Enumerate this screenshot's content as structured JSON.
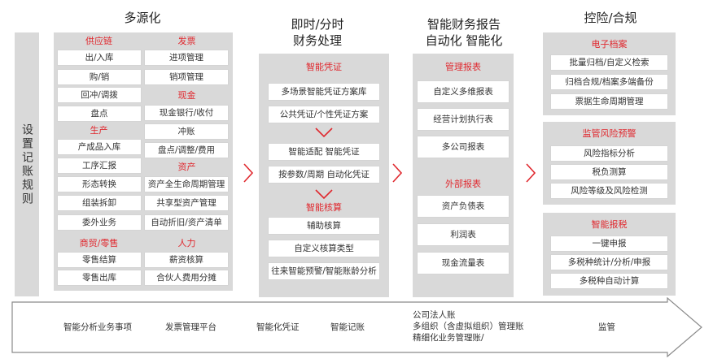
{
  "titles": {
    "col1": "多源化",
    "col2_line1": "即时/分时",
    "col2_line2": "财务处理",
    "col3_line1": "智能财务报告",
    "col3_line2": "自动化 智能化",
    "col4": "控险/合规"
  },
  "side_label": "设置记账规则",
  "col1": {
    "left": {
      "supply": {
        "label": "供应链",
        "items": [
          "出/入库",
          "购/销",
          "回冲/调拨",
          "盘点"
        ]
      },
      "production": {
        "label": "生产",
        "items": [
          "产成品入库",
          "工序汇报",
          "形态转换",
          "组装拆卸",
          "委外业务"
        ]
      },
      "trade": {
        "label": "商贸/零售",
        "items": [
          "零售结算",
          "零售出库"
        ]
      }
    },
    "right": {
      "invoice": {
        "label": "发票",
        "items": [
          "进项管理",
          "销项管理"
        ]
      },
      "cash": {
        "label": "现金",
        "items": [
          "现金银行/收付",
          "冲账",
          "盘点/调整/费用"
        ]
      },
      "asset": {
        "label": "资产",
        "items": [
          "资产全生命周期管理",
          "共享型资产管理",
          "自动折旧/资产清单"
        ]
      },
      "hr": {
        "label": "人力",
        "items": [
          "薪资核算",
          "合伙人费用分摊"
        ]
      }
    }
  },
  "col2": {
    "voucher": {
      "label": "智能凭证",
      "items": [
        "多场景智能凭证方案库",
        "公共凭证/个性凭证方案",
        "智能适配  智能凭证",
        "按参数/周期 自动化凭证"
      ]
    },
    "accounting": {
      "label": "智能核算",
      "items": [
        "辅助核算",
        "自定义核算类型",
        "往来智能预警/智能账龄分析"
      ]
    }
  },
  "col3": {
    "mgmt": {
      "label": "管理报表",
      "items": [
        "自定义多维报表",
        "经营计划执行表",
        "多公司报表"
      ]
    },
    "external": {
      "label": "外部报表",
      "items": [
        "资产负债表",
        "利润表",
        "现金流量表"
      ]
    }
  },
  "col4": {
    "archive": {
      "label": "电子档案",
      "items": [
        "批量归档/自定义检索",
        "归档合规/档案多端备份",
        "票据生命周期管理"
      ]
    },
    "risk": {
      "label": "监管风险预警",
      "items": [
        "风险指标分析",
        "税负测算",
        "风险等级及风险检测"
      ]
    },
    "tax": {
      "label": "智能报税",
      "items": [
        "一键申报",
        "多税种统计/分析/申报",
        "多税种自动计算"
      ]
    }
  },
  "bottom": {
    "items": [
      "智能分析业务事项",
      "发票管理平台",
      "智能化凭证",
      "智能记账"
    ],
    "multi": [
      "公司法人账",
      "多组织（含虚拟组织）管理账",
      "精细化业务管理账/"
    ],
    "last": "监管"
  },
  "colors": {
    "accent": "#e0282e",
    "panel": "#d9d9d9",
    "text": "#333333"
  }
}
